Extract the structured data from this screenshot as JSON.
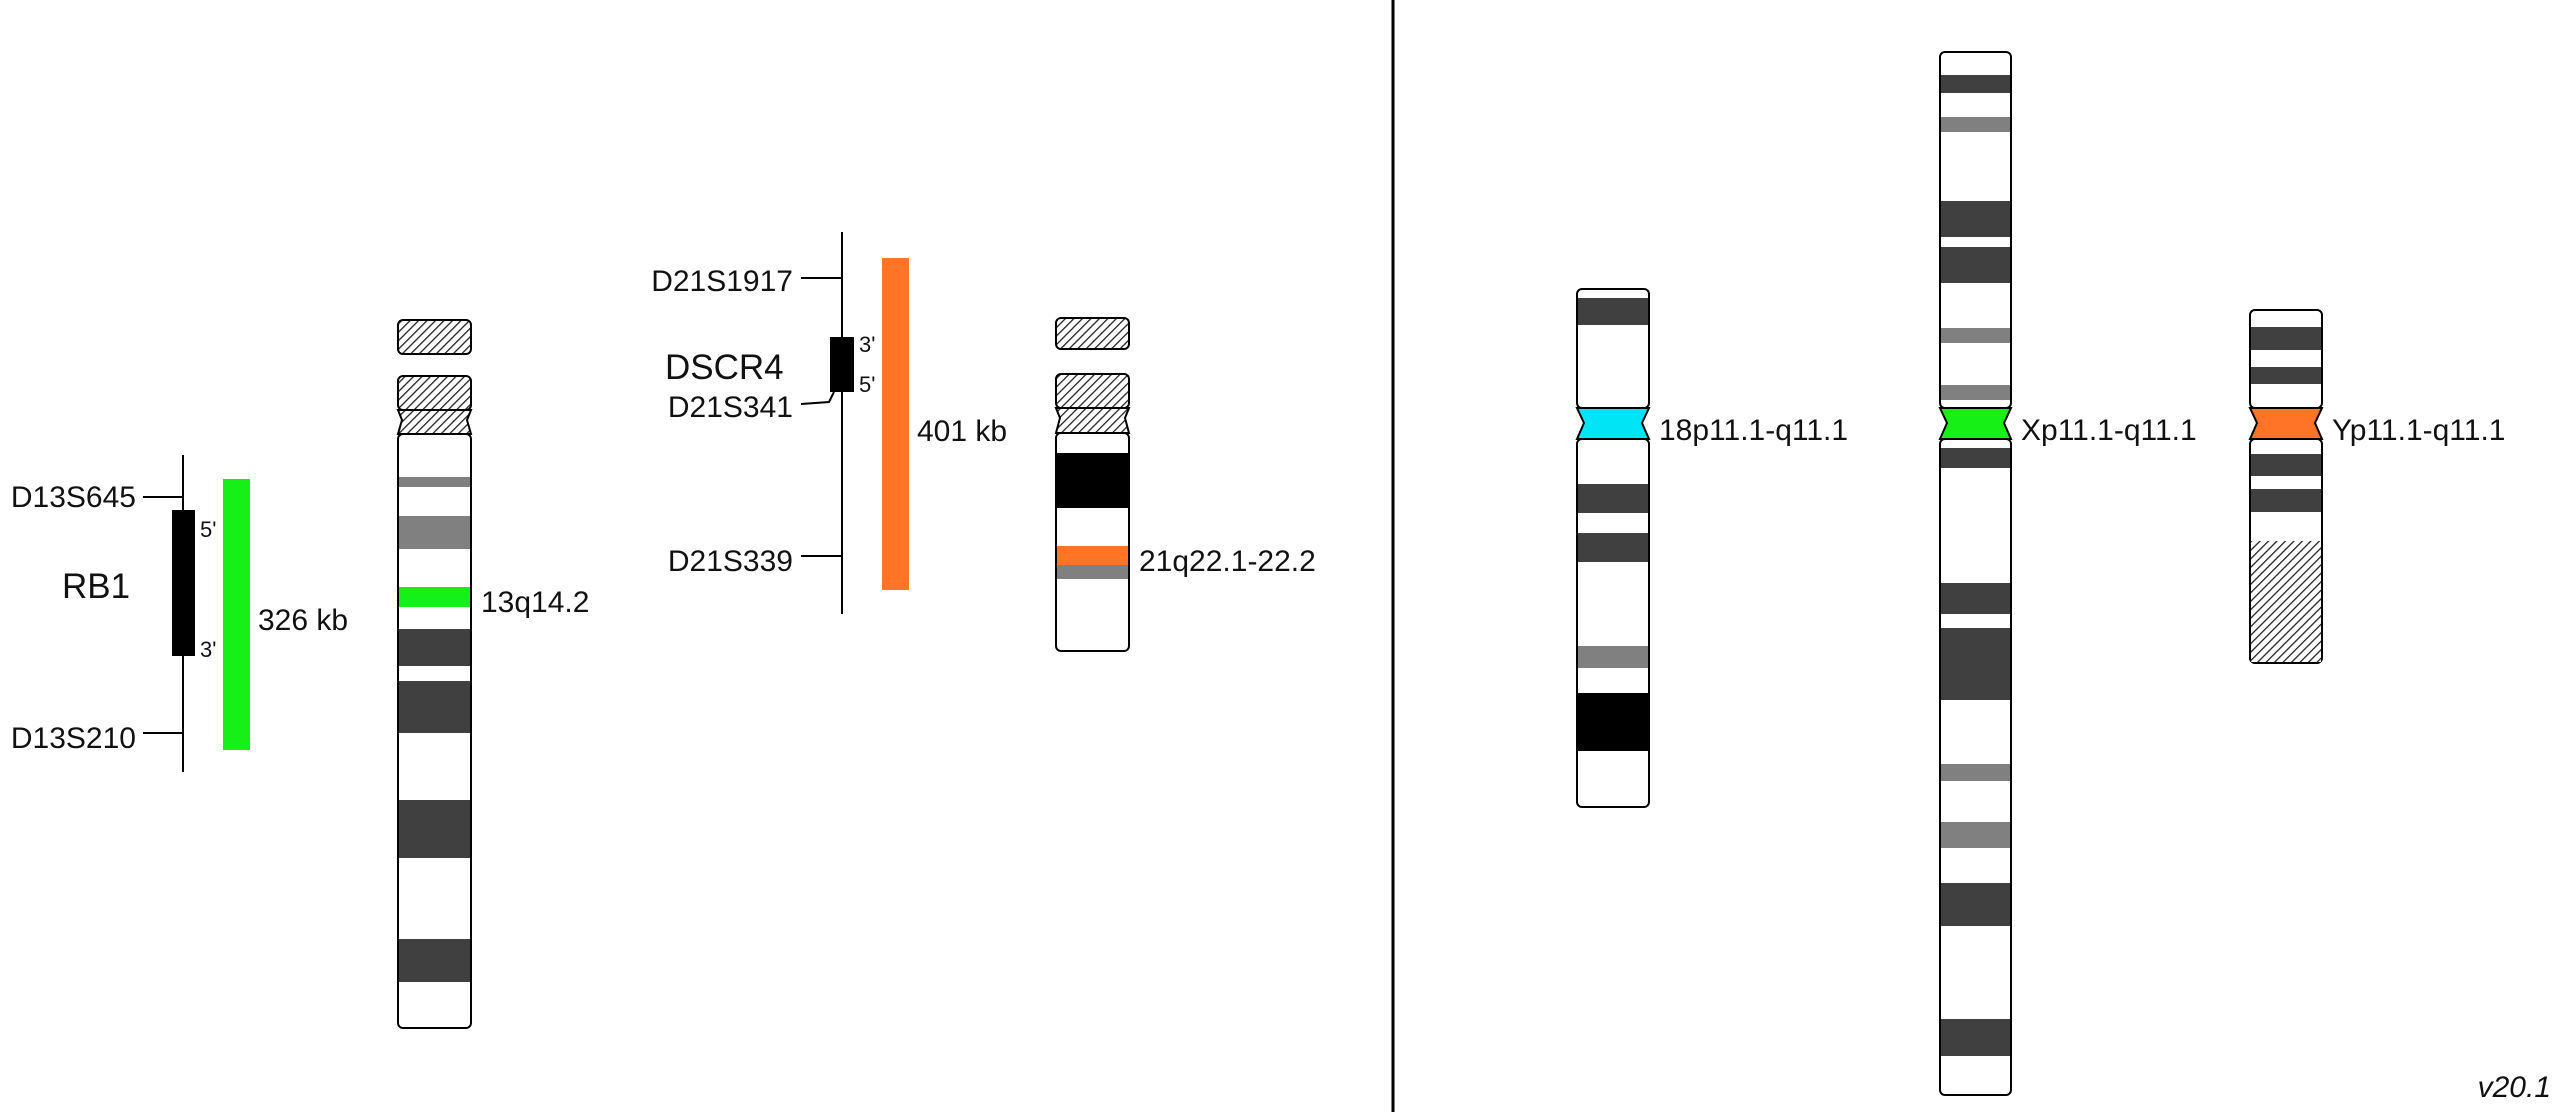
{
  "left_panel": {
    "rb1_probe": {
      "gene": "RB1",
      "marker_top": "D13S645",
      "marker_bottom": "D13S210",
      "prime_top": "5'",
      "prime_bottom": "3'",
      "size": "326 kb",
      "color": "#16f016"
    },
    "chr13": {
      "band_label": "13q14.2",
      "highlight_color": "#16f016"
    },
    "dscr4_probe": {
      "gene": "DSCR4",
      "marker_top": "D21S1917",
      "marker_mid": "D21S341",
      "marker_bottom": "D21S339",
      "prime_top": "3'",
      "prime_bottom": "5'",
      "size": "401 kb",
      "color": "#ff7426"
    },
    "chr21": {
      "band_label": "21q22.1-22.2",
      "highlight_color": "#ff7426"
    }
  },
  "right_panel": {
    "chr18": {
      "band_label": "18p11.1-q11.1",
      "highlight_color": "#00e5f5"
    },
    "chrX": {
      "band_label": "Xp11.1-q11.1",
      "highlight_color": "#16f016"
    },
    "chrY": {
      "band_label": "Yp11.1-q11.1",
      "highlight_color": "#ff7426"
    }
  },
  "version": "v20.1"
}
